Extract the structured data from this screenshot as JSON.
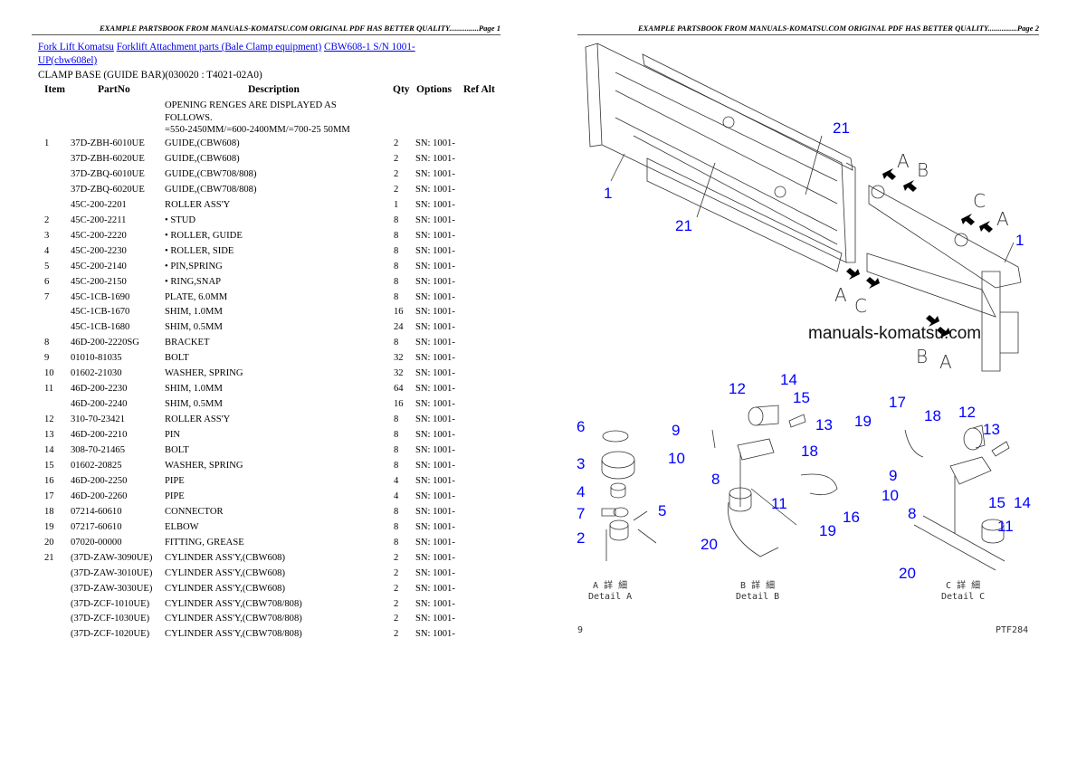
{
  "page1": {
    "header": "EXAMPLE PARTSBOOK FROM MANUALS-KOMATSU.COM ORIGINAL PDF HAS BETTER QUALITY...............Page 1",
    "breadcrumb": [
      "Fork Lift Komatsu",
      "Forklift Attachment parts (Bale Clamp equipment)",
      "CBW608-1 S/N 1001-UP(cbw608el)"
    ],
    "section_title": "CLAMP BASE (GUIDE BAR)(030020 : T4021-02A0)",
    "columns": {
      "item": "Item",
      "partno": "PartNo",
      "description": "Description",
      "qty": "Qty",
      "options": "Options",
      "refalt": "Ref Alt"
    },
    "note": [
      "OPENING RENGES ARE DISPLAYED AS",
      "FOLLOWS.",
      "=550-2450MM/=600-2400MM/=700-25 50MM"
    ],
    "rows": [
      [
        "1",
        "37D-ZBH-6010UE",
        "GUIDE,(CBW608)",
        "2",
        "SN: 1001-"
      ],
      [
        "",
        "37D-ZBH-6020UE",
        "GUIDE,(CBW608)",
        "2",
        "SN: 1001-"
      ],
      [
        "",
        "37D-ZBQ-6010UE",
        "GUIDE,(CBW708/808)",
        "2",
        "SN: 1001-"
      ],
      [
        "",
        "37D-ZBQ-6020UE",
        "GUIDE,(CBW708/808)",
        "2",
        "SN: 1001-"
      ],
      [
        "",
        "45C-200-2201",
        "ROLLER ASS'Y",
        "1",
        "SN: 1001-"
      ],
      [
        "2",
        "45C-200-2211",
        "• STUD",
        "8",
        "SN: 1001-"
      ],
      [
        "3",
        "45C-200-2220",
        "• ROLLER, GUIDE",
        "8",
        "SN: 1001-"
      ],
      [
        "4",
        "45C-200-2230",
        "• ROLLER, SIDE",
        "8",
        "SN: 1001-"
      ],
      [
        "5",
        "45C-200-2140",
        "• PIN,SPRING",
        "8",
        "SN: 1001-"
      ],
      [
        "6",
        "45C-200-2150",
        "• RING,SNAP",
        "8",
        "SN: 1001-"
      ],
      [
        "7",
        "45C-1CB-1690",
        "PLATE,  6.0MM",
        "8",
        "SN: 1001-"
      ],
      [
        "",
        "45C-1CB-1670",
        "SHIM,  1.0MM",
        "16",
        "SN: 1001-"
      ],
      [
        "",
        "45C-1CB-1680",
        "SHIM,  0.5MM",
        "24",
        "SN: 1001-"
      ],
      [
        "8",
        "46D-200-2220SG",
        "BRACKET",
        "8",
        "SN: 1001-"
      ],
      [
        "9",
        "01010-81035",
        "BOLT",
        "32",
        "SN: 1001-"
      ],
      [
        "10",
        "01602-21030",
        "WASHER, SPRING",
        "32",
        "SN: 1001-"
      ],
      [
        "11",
        "46D-200-2230",
        "SHIM,  1.0MM",
        "64",
        "SN: 1001-"
      ],
      [
        "",
        "46D-200-2240",
        "SHIM,  0.5MM",
        "16",
        "SN: 1001-"
      ],
      [
        "12",
        "310-70-23421",
        "ROLLER ASS'Y",
        "8",
        "SN: 1001-"
      ],
      [
        "13",
        "46D-200-2210",
        "PIN",
        "8",
        "SN: 1001-"
      ],
      [
        "14",
        "308-70-21465",
        "BOLT",
        "8",
        "SN: 1001-"
      ],
      [
        "15",
        "01602-20825",
        "WASHER, SPRING",
        "8",
        "SN: 1001-"
      ],
      [
        "16",
        "46D-200-2250",
        "PIPE",
        "4",
        "SN: 1001-"
      ],
      [
        "17",
        "46D-200-2260",
        "PIPE",
        "4",
        "SN: 1001-"
      ],
      [
        "18",
        "07214-60610",
        "CONNECTOR",
        "8",
        "SN: 1001-"
      ],
      [
        "19",
        "07217-60610",
        "ELBOW",
        "8",
        "SN: 1001-"
      ],
      [
        "20",
        "07020-00000",
        "FITTING, GREASE",
        "8",
        "SN: 1001-"
      ],
      [
        "21",
        "(37D-ZAW-3090UE)",
        "CYLINDER ASS'Y,(CBW608)",
        "2",
        "SN: 1001-"
      ],
      [
        "",
        "(37D-ZAW-3010UE)",
        "CYLINDER ASS'Y,(CBW608)",
        "2",
        "SN: 1001-"
      ],
      [
        "",
        "(37D-ZAW-3030UE)",
        "CYLINDER ASS'Y,(CBW608)",
        "2",
        "SN: 1001-"
      ],
      [
        "",
        "(37D-ZCF-1010UE)",
        "CYLINDER ASS'Y,(CBW708/808)",
        "2",
        "SN: 1001-"
      ],
      [
        "",
        "(37D-ZCF-1030UE)",
        "CYLINDER ASS'Y,(CBW708/808)",
        "2",
        "SN: 1001-"
      ],
      [
        "",
        "(37D-ZCF-1020UE)",
        "CYLINDER ASS'Y,(CBW708/808)",
        "2",
        "SN: 1001-"
      ]
    ]
  },
  "page2": {
    "header": "EXAMPLE PARTSBOOK FROM MANUALS-KOMATSU.COM ORIGINAL PDF HAS BETTER QUALITY...............Page 2",
    "watermark": "manuals-komatsu.com",
    "callouts": [
      "21",
      "1",
      "21",
      "1",
      "6",
      "3",
      "4",
      "7",
      "5",
      "2",
      "9",
      "10",
      "8",
      "12",
      "14",
      "15",
      "13",
      "18",
      "11",
      "16",
      "19",
      "20",
      "19",
      "17",
      "18",
      "12",
      "13",
      "9",
      "10",
      "8",
      "15",
      "14",
      "11",
      "20"
    ],
    "view_letters": [
      "A",
      "B",
      "C",
      "A",
      "A",
      "C",
      "B",
      "A"
    ],
    "details": [
      {
        "jp": "A 詳 細",
        "en": "Detail A"
      },
      {
        "jp": "B 詳 細",
        "en": "Detail B"
      },
      {
        "jp": "C 詳 細",
        "en": "Detail C"
      }
    ],
    "footer_left": "9",
    "footer_right": "PTF284",
    "callout_color": "#0000ff"
  }
}
